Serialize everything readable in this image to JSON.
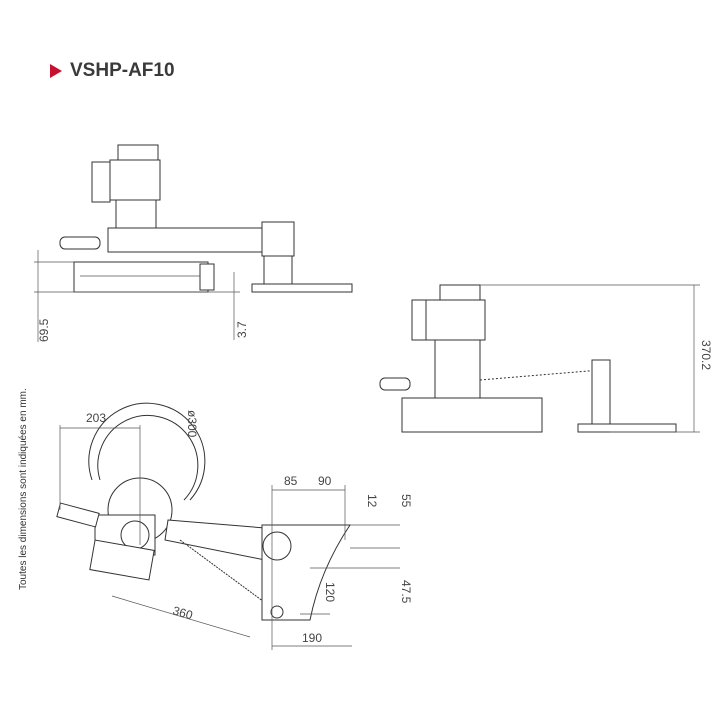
{
  "title": "VSHP-AF10",
  "accent_color": "#c8102e",
  "note": "Toutes les dimensions sont indiquées en mm.",
  "dimensions": {
    "front_height": "69.5",
    "front_gap": "3.7",
    "side_height": "370.2",
    "top_offset": "203",
    "blade_diameter": "ø300",
    "bracket_a": "85",
    "bracket_b": "90",
    "vert_12": "12",
    "vert_55": "55",
    "vert_120": "120",
    "vert_47_5": "47.5",
    "arm_length": "360",
    "base_width": "190"
  }
}
